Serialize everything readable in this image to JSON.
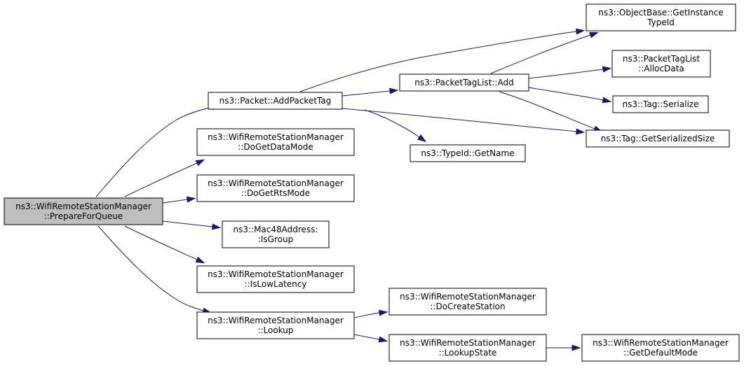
{
  "diagram": {
    "nodes": [
      {
        "id": "root",
        "lines": [
          "ns3::WifiRemoteStationManager",
          "::PrepareForQueue"
        ],
        "root": true
      },
      {
        "id": "addPacketTag",
        "lines": [
          "ns3::Packet::AddPacketTag"
        ]
      },
      {
        "id": "doGetDataMode",
        "lines": [
          "ns3::WifiRemoteStationManager",
          "::DoGetDataMode"
        ]
      },
      {
        "id": "doGetRtsMode",
        "lines": [
          "ns3::WifiRemoteStationManager",
          "::DoGetRtsMode"
        ]
      },
      {
        "id": "isGroup",
        "lines": [
          "ns3::Mac48Address:",
          ":IsGroup"
        ]
      },
      {
        "id": "isLowLatency",
        "lines": [
          "ns3::WifiRemoteStationManager",
          "::IsLowLatency"
        ]
      },
      {
        "id": "lookup",
        "lines": [
          "ns3::WifiRemoteStationManager",
          "::Lookup"
        ]
      },
      {
        "id": "packetTagListAdd",
        "lines": [
          "ns3::PacketTagList::Add"
        ]
      },
      {
        "id": "typeIdGetName",
        "lines": [
          "ns3::TypeId::GetName"
        ]
      },
      {
        "id": "getInstanceTypeId",
        "lines": [
          "ns3::ObjectBase::GetInstance",
          "TypeId"
        ]
      },
      {
        "id": "allocData",
        "lines": [
          "ns3::PacketTagList",
          "::AllocData"
        ]
      },
      {
        "id": "tagSerialize",
        "lines": [
          "ns3::Tag::Serialize"
        ]
      },
      {
        "id": "tagGetSerializedSize",
        "lines": [
          "ns3::Tag::GetSerializedSize"
        ]
      },
      {
        "id": "doCreateStation",
        "lines": [
          "ns3::WifiRemoteStationManager",
          "::DoCreateStation"
        ]
      },
      {
        "id": "lookupState",
        "lines": [
          "ns3::WifiRemoteStationManager",
          "::LookupState"
        ]
      },
      {
        "id": "getDefaultMode",
        "lines": [
          "ns3::WifiRemoteStationManager",
          "::GetDefaultMode"
        ]
      }
    ],
    "edges": [
      {
        "from": "root",
        "to": "addPacketTag"
      },
      {
        "from": "root",
        "to": "doGetDataMode"
      },
      {
        "from": "root",
        "to": "doGetRtsMode"
      },
      {
        "from": "root",
        "to": "isGroup"
      },
      {
        "from": "root",
        "to": "isLowLatency"
      },
      {
        "from": "root",
        "to": "lookup"
      },
      {
        "from": "addPacketTag",
        "to": "getInstanceTypeId"
      },
      {
        "from": "addPacketTag",
        "to": "packetTagListAdd"
      },
      {
        "from": "addPacketTag",
        "to": "tagGetSerializedSize"
      },
      {
        "from": "addPacketTag",
        "to": "typeIdGetName"
      },
      {
        "from": "packetTagListAdd",
        "to": "getInstanceTypeId"
      },
      {
        "from": "packetTagListAdd",
        "to": "allocData"
      },
      {
        "from": "packetTagListAdd",
        "to": "tagSerialize"
      },
      {
        "from": "packetTagListAdd",
        "to": "tagGetSerializedSize"
      },
      {
        "from": "lookup",
        "to": "doCreateStation"
      },
      {
        "from": "lookup",
        "to": "lookupState"
      },
      {
        "from": "lookupState",
        "to": "getDefaultMode"
      }
    ]
  }
}
